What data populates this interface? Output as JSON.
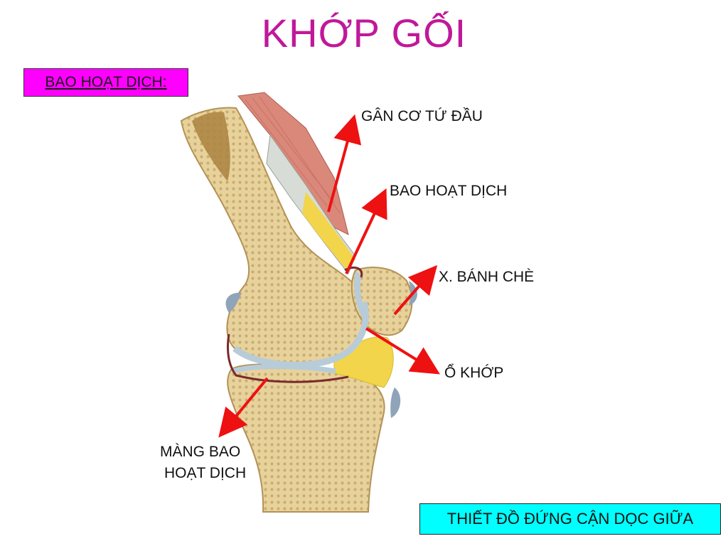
{
  "title": "KHỚP GỐI",
  "section_label": "BAO HOẠT DỊCH:",
  "caption": "THIẾT ĐỒ ĐỨNG CẬN DỌC GIỮA",
  "labels": {
    "quadriceps_tendon": "GÂN CƠ TỨ ĐẦU",
    "synovial_bursa": "BAO HOẠT DỊCH",
    "patella": "X. BÁNH CHÈ",
    "joint_cavity": "Ổ KHỚP",
    "synovial_membrane_line1": "MÀNG BAO",
    "synovial_membrane_line2": "HOẠT DỊCH"
  },
  "colors": {
    "title": "#c0189a",
    "section_box": "#ff00ff",
    "caption_box": "#00ffff",
    "arrow": "#ee1111",
    "bone": "#e6cf98",
    "marrow": "#a9823f",
    "muscle": "#d9887a",
    "fat": "#f2d54a",
    "cartilage": "#b7ccd8"
  }
}
